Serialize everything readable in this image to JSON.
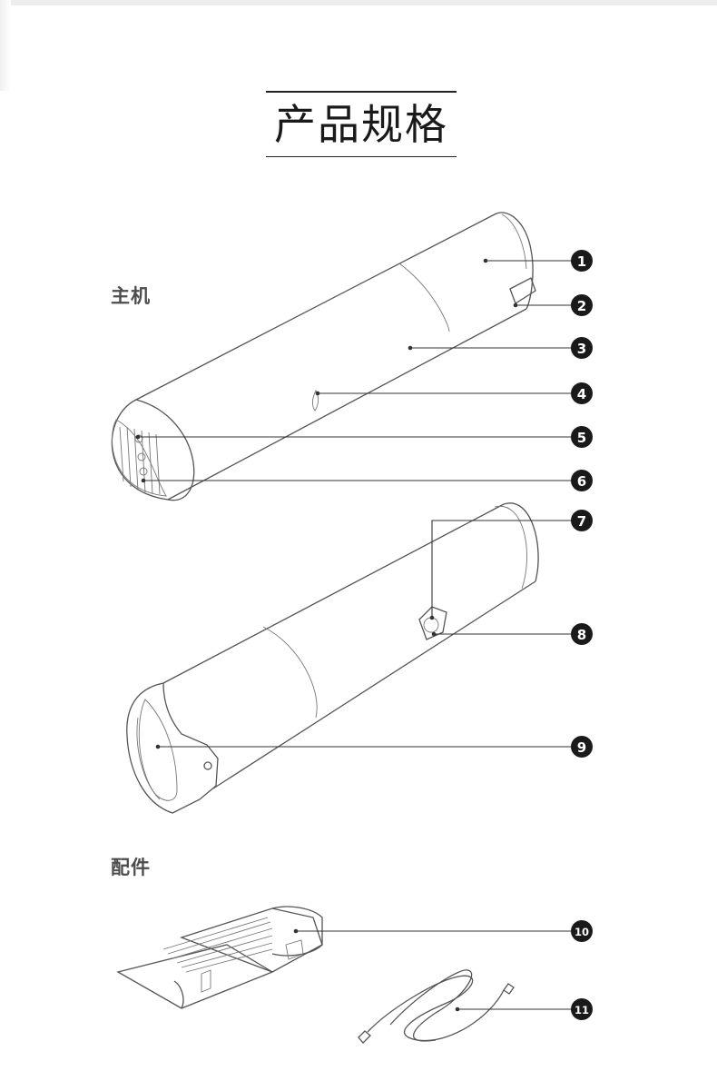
{
  "page": {
    "title": "产品规格"
  },
  "sections": {
    "main_unit": "主机",
    "accessories": "配件"
  },
  "callouts": [
    "1",
    "2",
    "3",
    "4",
    "5",
    "6",
    "7",
    "8",
    "9",
    "10",
    "11"
  ],
  "colors": {
    "background": "#ffffff",
    "ink": "#555555",
    "badge": "#1a1a1a",
    "label": "#4d4d4d"
  }
}
